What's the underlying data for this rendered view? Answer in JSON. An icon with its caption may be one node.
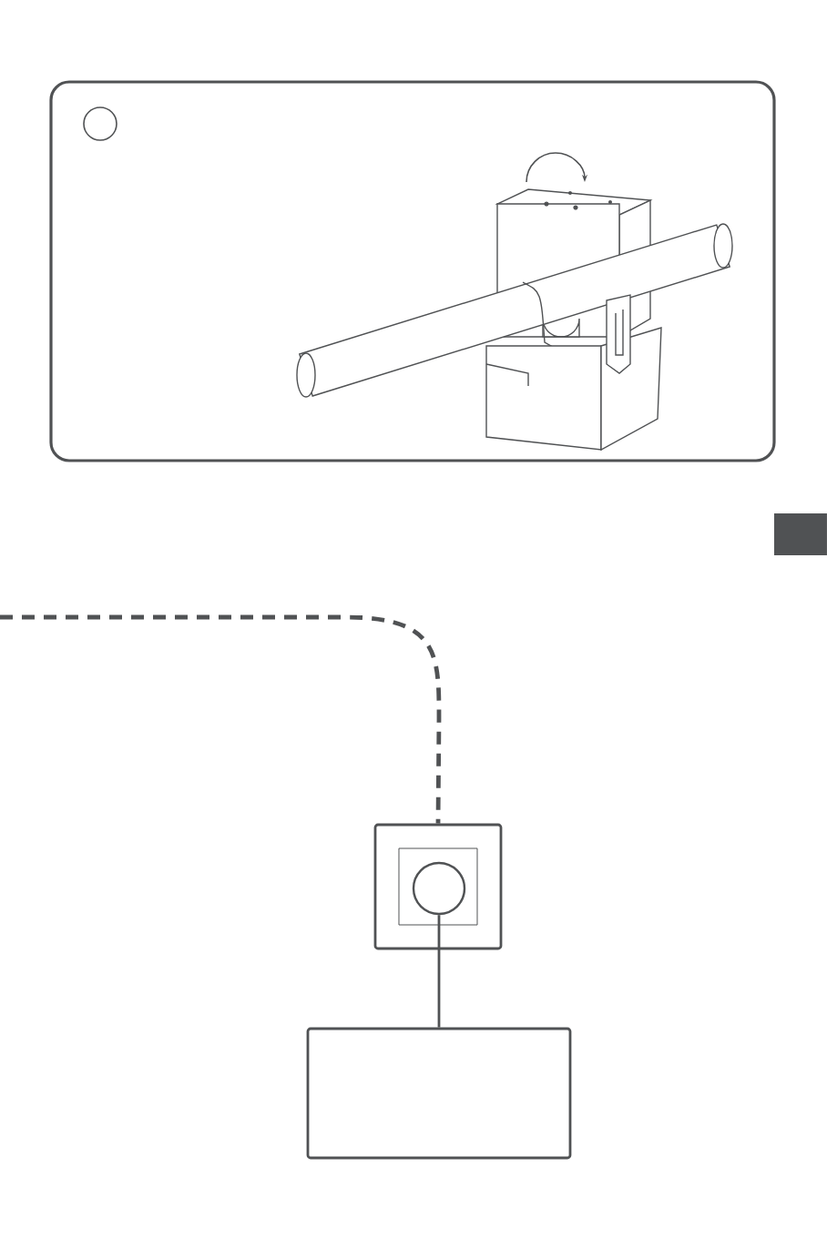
{
  "diagram": {
    "nodes": [
      {
        "text": [],
        "shape": "box"
      },
      {
        "text": [],
        "shape": "circle",
        "in": 0
      },
      {
        "text": [],
        "shape": "box"
      }
    ],
    "edges": [
      {
        "from": null,
        "to": 0,
        "arrow": "none",
        "style": "dashed"
      },
      {
        "from": 1,
        "to": 2,
        "arrow": "none"
      }
    ]
  }
}
